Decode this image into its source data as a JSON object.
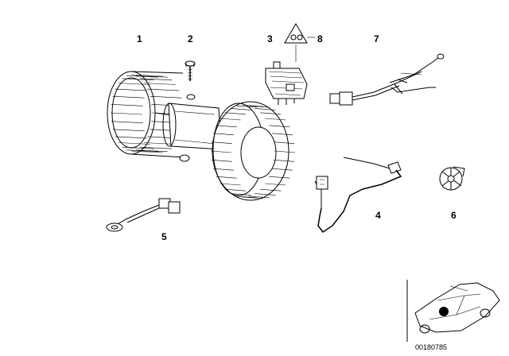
{
  "callouts": {
    "c1": "1",
    "c2": "2",
    "c3": "3",
    "c4": "4",
    "c5": "5",
    "c6": "6",
    "c7": "7",
    "c8": "8"
  },
  "part_number": "00180785"
}
